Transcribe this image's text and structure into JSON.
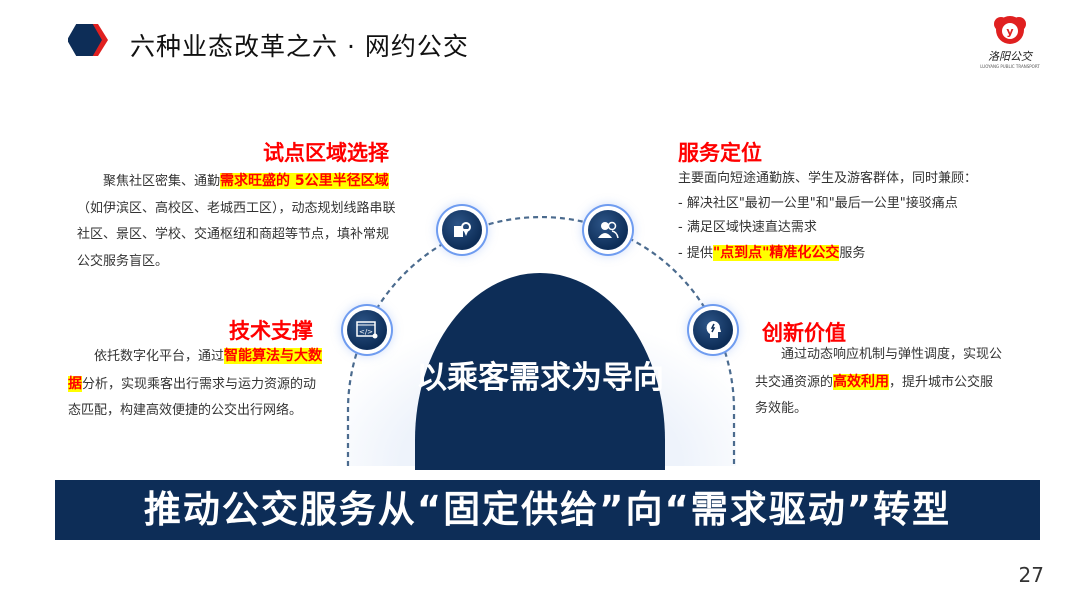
{
  "header": {
    "title": "六种业态改革之六 · 网约公交",
    "logo_text": "洛阳公交",
    "logo_subtext": "LUOYANG PUBLIC TRANSPORT"
  },
  "center": {
    "label": "以乘客需求为导向"
  },
  "sections": {
    "pilot": {
      "heading": "试点区域选择",
      "text_1": "聚焦社区密集、通勤",
      "highlight": "需求旺盛的 5公里半径区域",
      "text_2": "（如伊滨区、高校区、老城西工区），动态规划线路串联社区、景区、学校、交通枢纽和商超等节点，填补常规公交服务盲区。"
    },
    "tech": {
      "heading": "技术支撑",
      "text_1": "依托数字化平台，通过",
      "highlight": "智能算法与大数据",
      "text_2": "分析，实现乘客出行需求与运力资源的动态匹配，构建高效便捷的公交出行网络。"
    },
    "service": {
      "heading": "服务定位",
      "intro": "主要面向短途通勤族、学生及游客群体，同时兼顾：",
      "bullet_1": "- 解决社区\"最初一公里\"和\"最后一公里\"接驳痛点",
      "bullet_2": "- 满足区域快速直达需求",
      "bullet_3_pre": "- 提供",
      "bullet_3_highlight": "\"点到点\"精准化公交",
      "bullet_3_post": "服务"
    },
    "innovation": {
      "heading": "创新价值",
      "text_1": "通过动态响应机制与弹性调度，实现公共交通资源的",
      "highlight": "高效利用",
      "text_2": "，提升城市公交服务效能。"
    }
  },
  "icons": [
    "map-pin-icon",
    "users-icon",
    "code-window-icon",
    "lightbulb-head-icon"
  ],
  "banner": {
    "text": "推动公交服务从“固定供给”向“需求驱动”转型"
  },
  "page_number": "27",
  "colors": {
    "navy": "#0d2d57",
    "red": "#ff0000",
    "highlight": "#ffff00"
  }
}
